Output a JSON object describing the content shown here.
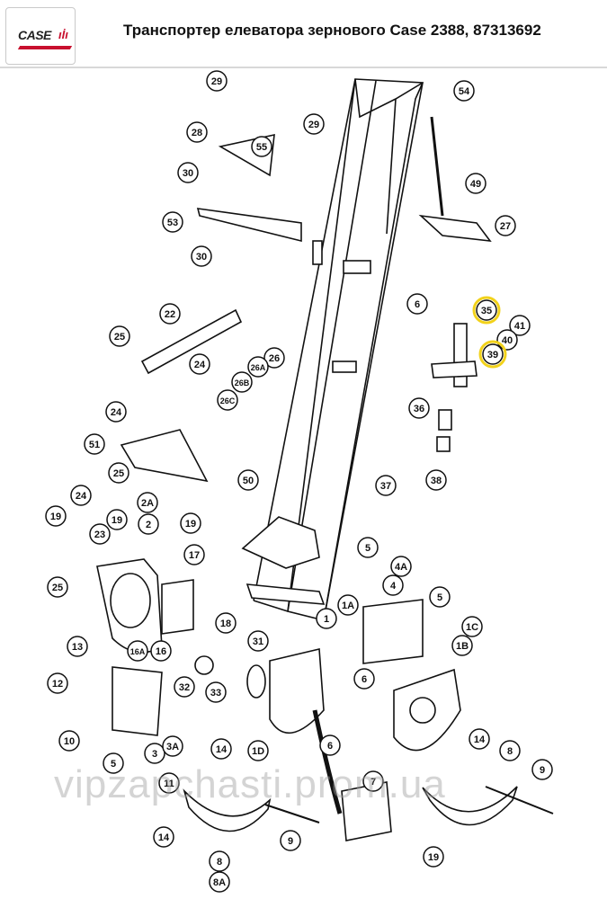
{
  "header": {
    "logo_text": "CASE",
    "logo_bars": "IH",
    "title": "Транспортер елеватора зернового Case 2388, 87313692"
  },
  "watermark": "vipzapchasti.prom.ua",
  "highlight_color": "#f2d21b",
  "callouts": [
    "29",
    "28",
    "30",
    "55",
    "29",
    "53",
    "30",
    "54",
    "49",
    "27",
    "6",
    "35",
    "41",
    "40",
    "39",
    "22",
    "25",
    "24",
    "26",
    "26A",
    "26B",
    "26C",
    "24",
    "36",
    "51",
    "25",
    "38",
    "37",
    "50",
    "24",
    "2A",
    "19",
    "23",
    "19",
    "2",
    "19",
    "5",
    "17",
    "4A",
    "4",
    "25",
    "5",
    "18",
    "1A",
    "1",
    "1C",
    "16A",
    "16",
    "31",
    "1B",
    "13",
    "6",
    "12",
    "32",
    "33",
    "14",
    "8",
    "10",
    "5",
    "3",
    "3A",
    "6",
    "1D",
    "14",
    "9",
    "11",
    "7",
    "14",
    "9",
    "19",
    "8",
    "8A"
  ],
  "highlighted": [
    "35",
    "39"
  ]
}
